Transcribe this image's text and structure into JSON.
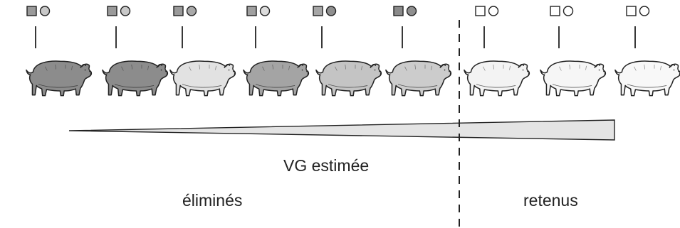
{
  "diagram": {
    "caption_center": "VG estimée",
    "label_left": "éliminés",
    "label_right": "retenus",
    "pigs": [
      {
        "shade": "#8c8c8c",
        "square": "#9a9a9a",
        "circle": "#c8c8c8"
      },
      {
        "shade": "#8c8c8c",
        "square": "#9a9a9a",
        "circle": "#c8c8c8"
      },
      {
        "shade": "#e2e2e2",
        "square": "#9a9a9a",
        "circle": "#a9a9a9"
      },
      {
        "shade": "#a4a4a4",
        "square": "#a0a0a0",
        "circle": "#dcdcdc"
      },
      {
        "shade": "#c4c4c4",
        "square": "#a6a6a6",
        "circle": "#8f8f8f"
      },
      {
        "shade": "#cccccc",
        "square": "#8a8a8a",
        "circle": "#8f8f8f"
      },
      {
        "shade": "#f3f3f3",
        "square": "#ffffff",
        "circle": "#ffffff"
      },
      {
        "shade": "#f6f6f6",
        "square": "#ffffff",
        "circle": "#ffffff"
      },
      {
        "shade": "#f8f8f8",
        "square": "#ffffff",
        "circle": "#ffffff"
      }
    ],
    "wedge_fill": "#e4e4e4",
    "line_color": "#222222"
  }
}
